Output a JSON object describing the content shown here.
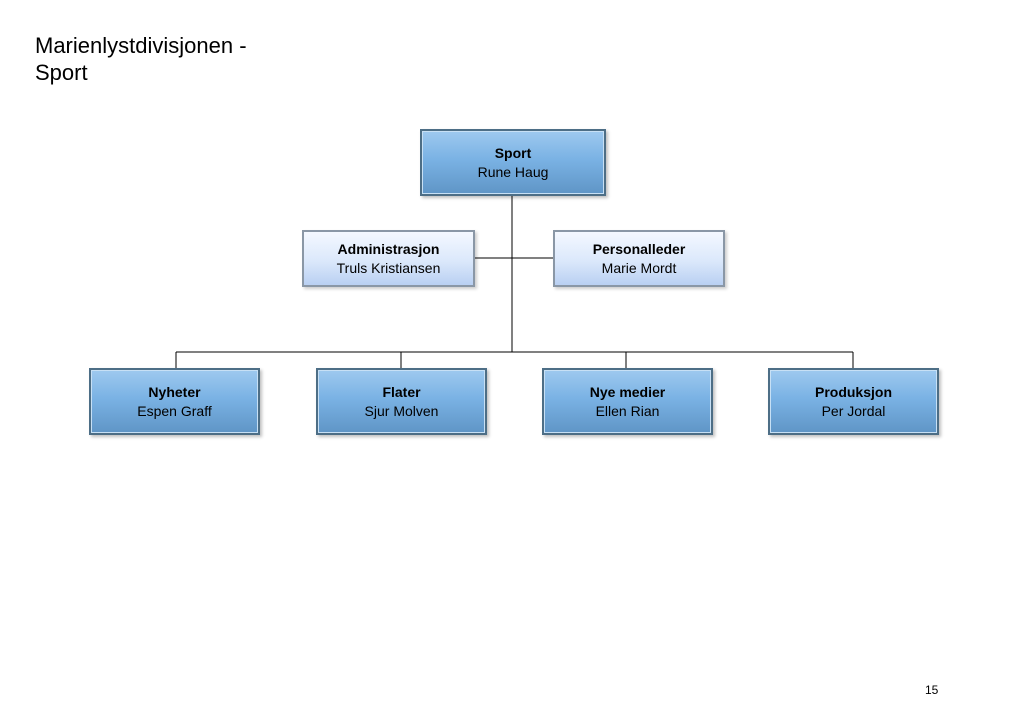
{
  "slide": {
    "title": "Marienlystdivisjonen - Sport",
    "page_number": "15"
  },
  "org": {
    "root": {
      "unit": "Sport",
      "person": "Rune Haug"
    },
    "staff": [
      {
        "unit": "Administrasjon",
        "person": "Truls Kristiansen"
      },
      {
        "unit": "Personalleder",
        "person": "Marie Mordt"
      }
    ],
    "departments": [
      {
        "unit": "Nyheter",
        "person": "Espen Graff"
      },
      {
        "unit": "Flater",
        "person": "Sjur Molven"
      },
      {
        "unit": "Nye medier",
        "person": "Ellen Rian"
      },
      {
        "unit": "Produksjon",
        "person": "Per Jordal"
      }
    ]
  }
}
